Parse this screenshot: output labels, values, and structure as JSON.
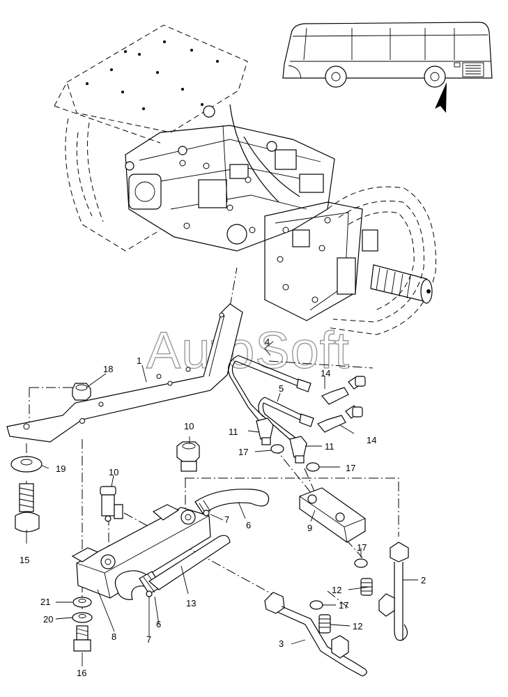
{
  "watermark": "AutoSoft",
  "callouts": {
    "c1": "1",
    "c2": "2",
    "c3": "3",
    "c4": "4",
    "c5": "5",
    "c6a": "6",
    "c6b": "6",
    "c7a": "7",
    "c7b": "7",
    "c8": "8",
    "c9": "9",
    "c10a": "10",
    "c10b": "10",
    "c11a": "11",
    "c11b": "11",
    "c12a": "12",
    "c12b": "12",
    "c13": "13",
    "c14a": "14",
    "c14b": "14",
    "c15": "15",
    "c16": "16",
    "c17a": "17",
    "c17b": "17",
    "c17c": "17",
    "c17d": "17",
    "c18": "18",
    "c19": "19",
    "c20": "20",
    "c21": "21"
  }
}
